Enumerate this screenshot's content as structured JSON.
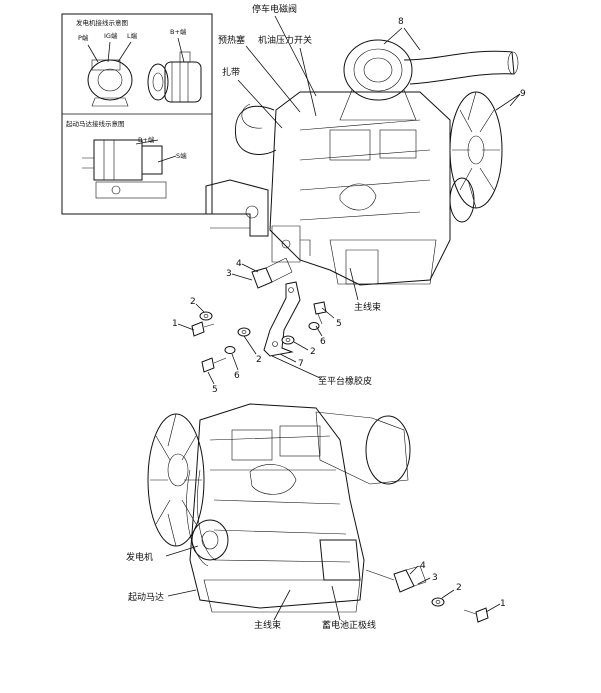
{
  "inset": {
    "alternator_title": "发电机接线示意图",
    "alternator_terminals": [
      "P端",
      "IG端",
      "L端",
      "B+端"
    ],
    "starter_title": "起动马达接线示意图",
    "starter_terminals": [
      "B+端",
      "S端"
    ]
  },
  "top_labels": {
    "parking_solenoid": "停车电磁阀",
    "glow_plug": "预热塞",
    "oil_pressure_switch": "机油压力开关",
    "strap": "扎带",
    "main_harness": "主线束",
    "to_platform_frame": "至平台橡胶皮"
  },
  "bottom_labels": {
    "alternator": "发电机",
    "starter": "起动马达",
    "main_harness": "主线束",
    "battery_positive": "蓄电池正极线"
  },
  "callouts": {
    "c8": "8",
    "c9": "9",
    "c4": "4",
    "c3": "3",
    "c2a": "2",
    "c1": "1",
    "c2b": "2",
    "c6": "6",
    "c5a": "5",
    "c5b": "5",
    "c2c": "2",
    "c6b": "6",
    "c7": "7",
    "b4": "4",
    "b3": "3",
    "b2": "2",
    "b1": "1"
  }
}
